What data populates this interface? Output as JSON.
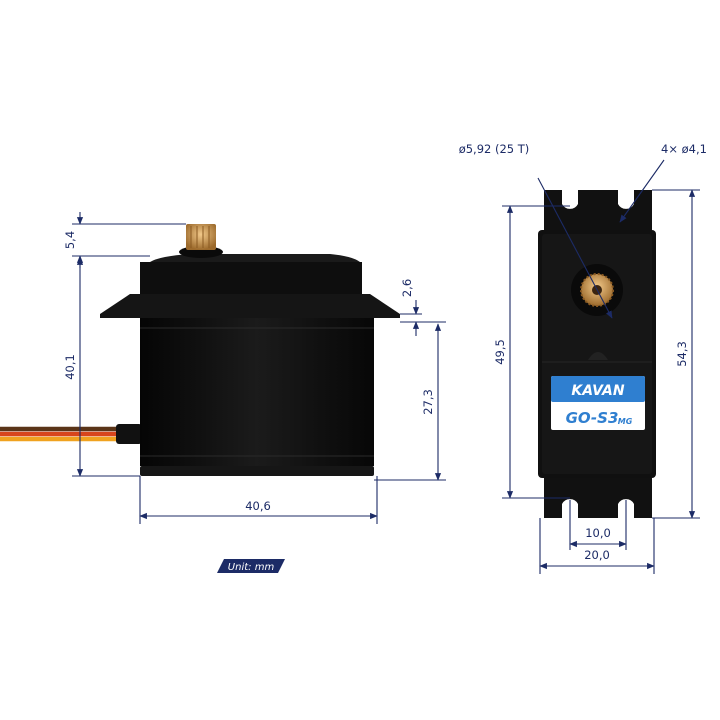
{
  "side_view": {
    "dim_top_height": "5,4",
    "dim_total_height": "40,1",
    "dim_flange_thickness": "2,6",
    "dim_lower_height": "27,3",
    "dim_width": "40,6"
  },
  "front_view": {
    "dim_spline": "ø5,92 (25 T)",
    "dim_holes": "4× ø4,1",
    "dim_hole_spacing_v": "49,5",
    "dim_total_length": "54,3",
    "dim_hole_spacing_h": "10,0",
    "dim_body_width": "20,0"
  },
  "label": {
    "brand": "KAVAN",
    "model": "GO-S3",
    "model_suffix": "MG"
  },
  "unit_badge": "Unit: mm",
  "colors": {
    "dimension": "#1c2b66",
    "body": "#0d0d0d",
    "gear": "#c8974a",
    "label_blue": "#2f7fd0",
    "wire_brown": "#5a3418",
    "wire_red": "#d8451c",
    "wire_orange": "#f0a21f"
  }
}
